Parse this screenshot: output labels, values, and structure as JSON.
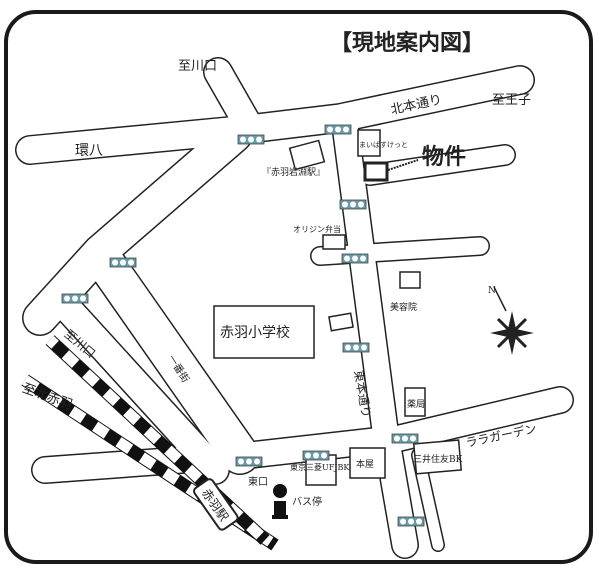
{
  "title": "【現地案内図】",
  "labels": {
    "to_kawaguchi_top": "至川口",
    "kanpachi": "環八",
    "kitamoto_dori": "北本通り",
    "to_oji": "至王子",
    "maibasuket": "まいばすけっと",
    "property": "物件",
    "akabane_iwabuchi_station": "『赤羽岩淵駅』",
    "origin_bento": "オリジン弁当",
    "beauty_salon": "美容院",
    "akabane_elementary": "赤羽小学校",
    "higashi_hon_dori": "東本通り",
    "pharmacy": "薬局",
    "lala_garden": "ララガーデン",
    "smbc": "三井住友BK",
    "bookstore": "本屋",
    "btmu": "東京三菱UFJBK",
    "east_exit": "東口",
    "bus_stop": "バス停",
    "akabane_station": "赤羽駅",
    "ichibangai": "一番街",
    "to_kawaguchi_rail": "至川口",
    "to_kitaakabane": "至北赤羽"
  },
  "colors": {
    "frame": "#1a1a1a",
    "signal": "#6a9aa8"
  },
  "icons": [
    "traffic-signal-icon",
    "compass-north-icon",
    "bus-stop-icon"
  ]
}
